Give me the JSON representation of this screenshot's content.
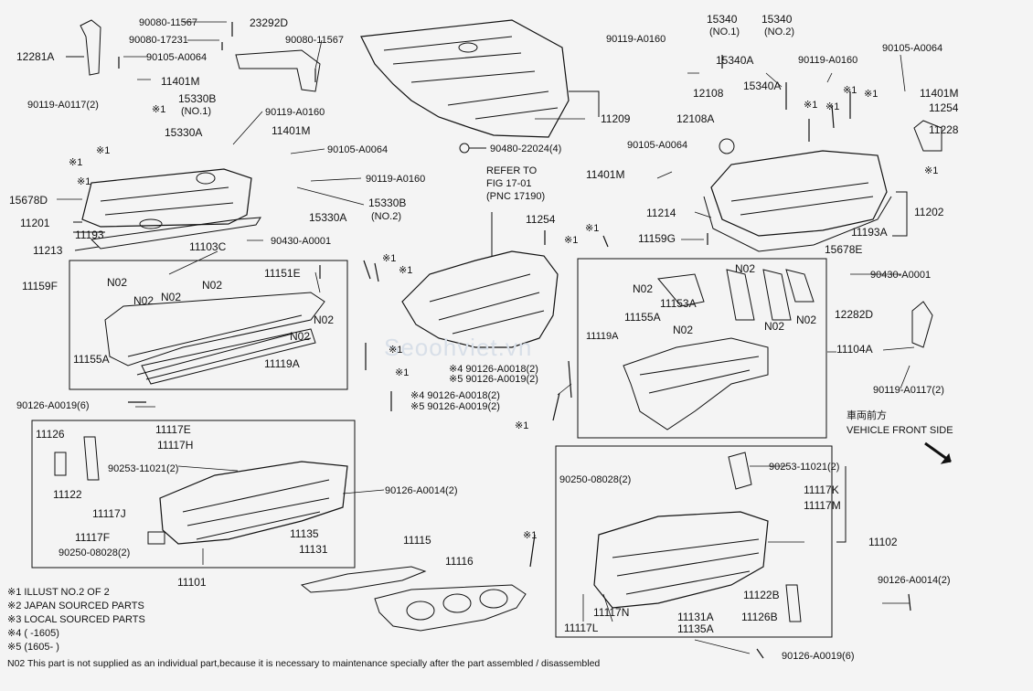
{
  "labels": {
    "p90080_11567_a": "90080-11567",
    "p23292D": "23292D",
    "p90080_17231": "90080-17231",
    "p90080_11567_b": "90080-11567",
    "p12281A": "12281A",
    "p90105_A0064_a": "90105-A0064",
    "p11401M_a": "11401M",
    "p90119_A0117_a": "90119-A0117(2)",
    "p15330B_a": "15330B",
    "pNO1_a": "(NO.1)",
    "p90119_A0160_a": "90119-A0160",
    "p15330A_a": "15330A",
    "p11401M_b": "11401M",
    "p90105_A0064_b": "90105-A0064",
    "p90119_A0160_b": "90119-A0160",
    "p15678D": "15678D",
    "p15330B_b": "15330B",
    "p15330A_b": "15330A",
    "pNO2_a": "(NO.2)",
    "p11201": "11201",
    "p11193": "11193",
    "p11213": "11213",
    "p11103C": "11103C",
    "p90430_A0001_a": "90430-A0001",
    "p11151E": "11151E",
    "p11159F": "11159F",
    "pN02_1": "N02",
    "pN02_2": "N02",
    "pN02_3": "N02",
    "pN02_4": "N02",
    "pN02_5": "N02",
    "pN02_6": "N02",
    "p11155A": "11155A",
    "p11119A_a": "11119A",
    "p11209": "11209",
    "p90480_22024": "90480-22024(4)",
    "pRefer1": "REFER TO",
    "pRefer2": "FIG 17-01",
    "pRefer3": "(PNC 17190)",
    "p11254_a": "11254",
    "p15340_1": "15340",
    "pNO1_b": "(NO.1)",
    "p15340_2": "15340",
    "pNO2_b": "(NO.2)",
    "p90119_A0160_c": "90119-A0160",
    "p15340A_a": "15340A",
    "p90119_A0160_d": "90119-A0160",
    "p90105_A0064_c": "90105-A0064",
    "p12108": "12108",
    "p15340A_b": "15340A",
    "p11401M_c": "11401M",
    "p11254_b": "11254",
    "p12108A": "12108A",
    "p11228": "11228",
    "p90105_A0064_d": "90105-A0064",
    "p11401M_d": "11401M",
    "p11214": "11214",
    "p11202": "11202",
    "p11159G": "11159G",
    "p11193A": "11193A",
    "p15678E": "15678E",
    "p90430_A0001_b": "90430-A0001",
    "pN02_7": "N02",
    "pN02_8": "N02",
    "p11153A": "11153A",
    "p11155A_b": "11155A",
    "pN02_9": "N02",
    "pN02_10": "N02",
    "pN02_11": "N02",
    "p11119A_b": "11119A",
    "p12282D": "12282D",
    "p11104A": "11104A",
    "p90119_A0117_b": "90119-A0117(2)",
    "p90126_A0018_a": "※4 90126-A0018(2)",
    "p90126_A0019_a": "※5 90126-A0019(2)",
    "p90126_A0018_b": "※4 90126-A0018(2)",
    "p90126_A0019_b": "※5 90126-A0019(2)",
    "p90126_A0019_c": "90126-A0019(6)",
    "p11126_a": "11126",
    "p11117E": "11117E",
    "p11117H": "11117H",
    "p90253_a": "90253-11021(2)",
    "p11122_a": "11122",
    "p90126_A0014_a": "90126-A0014(2)",
    "p11117J": "11117J",
    "p11117F": "11117F",
    "p90250_a": "90250-08028(2)",
    "p11135_a": "11135",
    "p11131_a": "11131",
    "p11101": "11101",
    "p11115": "11115",
    "p11116": "11116",
    "p90253_b": "90253-11021(2)",
    "p90250_b": "90250-08028(2)",
    "p11117K": "11117K",
    "p11117M": "11117M",
    "p11102": "11102",
    "p11117L": "11117L",
    "p11117N": "11117N",
    "p11131A": "11131A",
    "p11135A": "11135A",
    "p11122B": "11122B",
    "p11126B": "11126B",
    "p90126_A0014_b": "90126-A0014(2)",
    "p90126_A0019_d": "90126-A0019(6)",
    "vehicleJp": "車両前方",
    "vehicleEn": "VEHICLE FRONT SIDE"
  },
  "star_marks": {
    "star1": "※1",
    "star2": "※2",
    "star3": "※3",
    "star4": "※4",
    "star5": "※5"
  },
  "notes": {
    "n1": "※1  ILLUST NO.2 OF 2",
    "n2": "※2  JAPAN SOURCED PARTS",
    "n3": "※3  LOCAL SOURCED PARTS",
    "n4": "※4  (        -1605)",
    "n5": "※5  (1605-        )",
    "n02": "N02 This part is not supplied as an individual part,because it is necessary to maintenance specially after the part assembled / disassembled"
  },
  "watermark": "Seoohviet.vn"
}
